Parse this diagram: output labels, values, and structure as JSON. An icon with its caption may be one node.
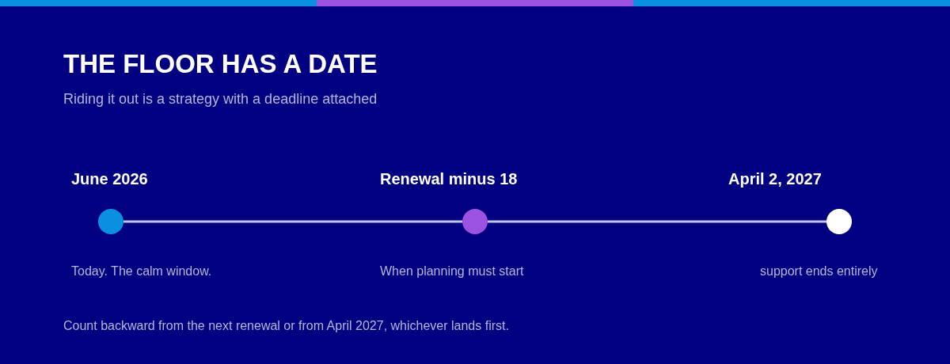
{
  "diagram": {
    "title": "THE FLOOR HAS A DATE",
    "caption": "Count backward from the next renewal or from April 2027, whichever lands first.",
    "nodes": [
      {
        "text": [],
        "shape": "circle",
        "beside": [
          "June 2026",
          "Today. The calm window."
        ]
      },
      {
        "text": [],
        "shape": "circle",
        "beside": [
          "Renewal minus 18",
          "When planning must start"
        ]
      },
      {
        "text": [],
        "shape": "circle",
        "beside": [
          "April 2, 2027",
          "support ends entirely"
        ]
      }
    ],
    "edges": [
      {
        "from": 0,
        "to": 1,
        "arrow": "none"
      },
      {
        "from": 1,
        "to": 2,
        "arrow": "none"
      }
    ],
    "labels": [
      "Riding it out is a strategy with a deadline attached"
    ]
  }
}
